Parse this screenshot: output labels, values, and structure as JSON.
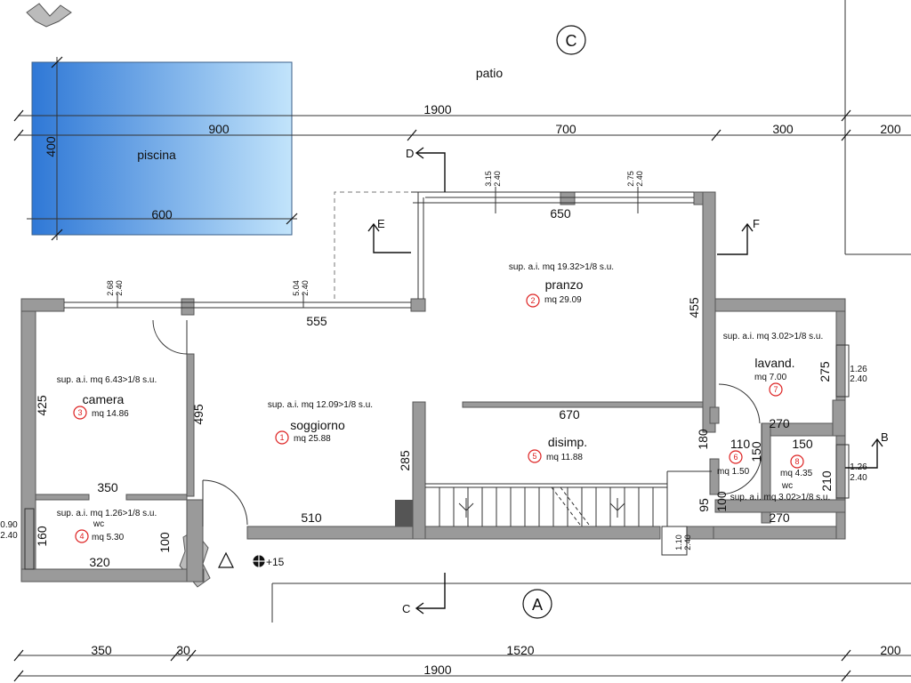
{
  "markers": {
    "top": "C",
    "bottom": "A"
  },
  "outdoor": {
    "patio": "patio",
    "pool": "piscina",
    "pool_w": "900",
    "pool_h": "400",
    "pool_inner": "600"
  },
  "dims": {
    "top_total": "1900",
    "bottom_total": "1900",
    "top_700": "700",
    "top_300": "300",
    "top_200": "200",
    "bot_350": "350",
    "bot_30": "30",
    "bot_1520": "1520",
    "bot_200": "200",
    "d650": "650",
    "d555": "555",
    "d455": "455",
    "d425": "425",
    "d495": "495",
    "d285": "285",
    "d510": "510",
    "d670": "670",
    "d350": "350",
    "d320": "320",
    "d160": "160",
    "d100a": "100",
    "d275": "275",
    "d270a": "270",
    "d150a": "150",
    "d180": "180",
    "d110": "110",
    "d150b": "150",
    "d210": "210",
    "d95": "95",
    "d100b": "100",
    "d270b": "270"
  },
  "windows": {
    "w1a": "2.68",
    "w1b": "2.40",
    "w2a": "5.04",
    "w2b": "2.40",
    "w3a": "3.15",
    "w3b": "2.40",
    "w4a": "2.75",
    "w4b": "2.40",
    "w5a": "1.26",
    "w5b": "2.40",
    "w6a": "1.26",
    "w6b": "2.40",
    "w7a": "0.90",
    "w7b": "2.40",
    "w8a": "1.10",
    "w8b": "2.40"
  },
  "sections": {
    "D": "D",
    "E": "E",
    "F": "F",
    "B": "B",
    "C": "C"
  },
  "elevation": "+15",
  "rooms": [
    {
      "num": "1",
      "name": "soggiorno",
      "area": "mq 25.88",
      "sup": "sup. a.i. mq 12.09>1/8 s.u."
    },
    {
      "num": "2",
      "name": "pranzo",
      "area": "mq 29.09",
      "sup": "sup. a.i. mq 19.32>1/8 s.u."
    },
    {
      "num": "3",
      "name": "camera",
      "area": "mq 14.86",
      "sup": "sup. a.i. mq 6.43>1/8 s.u."
    },
    {
      "num": "4",
      "name": "wc",
      "area": "mq 5.30",
      "sup": "sup. a.i. mq 1.26>1/8 s.u."
    },
    {
      "num": "5",
      "name": "disimp.",
      "area": "mq 11.88",
      "sup": ""
    },
    {
      "num": "6",
      "name": "",
      "area": "mq 1.50",
      "sup": ""
    },
    {
      "num": "7",
      "name": "lavand.",
      "area": "mq 7.00",
      "sup": "sup. a.i. mq 3.02>1/8 s.u."
    },
    {
      "num": "8",
      "name": "wc",
      "area": "mq 4.35",
      "sup": "sup. a.i. mq 3.02>1/8 s.u."
    }
  ]
}
